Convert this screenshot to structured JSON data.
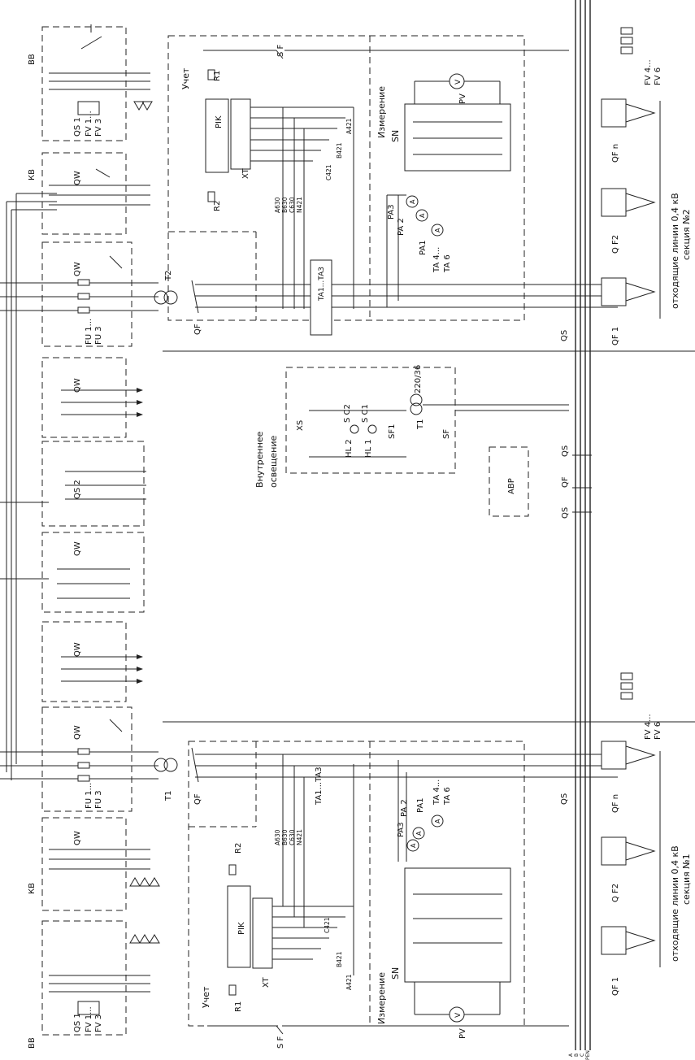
{
  "cells": {
    "bb": "ВВ",
    "kb": "КВ",
    "qs1": "QS 1",
    "qs2": "QS 2",
    "qw": "QW",
    "fv13a": "FV 1...",
    "fv13b": "FV 3",
    "fu13a": "FU 1...",
    "fu13b": "FU 3"
  },
  "transformers": {
    "t1": "T1",
    "t2": "T2",
    "qf": "QF"
  },
  "metering": {
    "uchet": "Учет",
    "r1": "R1",
    "r2": "R2",
    "pik": "PIK",
    "xt": "XT",
    "sf": "S F",
    "ta13": "TA1...TA3",
    "wires": [
      "A630",
      "B630",
      "C630",
      "N421",
      "C421",
      "B421",
      "A421"
    ]
  },
  "measure": {
    "title": "Измерение",
    "sn": "SN",
    "pv": "PV",
    "v": "V",
    "a": "A",
    "pa1": "PA1",
    "pa2": "PA 2",
    "pa3": "PA3",
    "ta46a": "TA 4...",
    "ta46b": "TA 6"
  },
  "lighting": {
    "title1": "Внутреннее",
    "title2": "освещение",
    "xs": "XS",
    "hl2": "HL 2",
    "hl1": "HL 1",
    "sc2": "S C2",
    "sc1": "S C1",
    "sf1": "SF1",
    "t1": "T1",
    "sf": "SF",
    "voltage": "220/36"
  },
  "center": {
    "qs": "QS",
    "qf": "QF",
    "avr": "АВР"
  },
  "feeders": {
    "qf1": "QF 1",
    "qf2": "Q F2",
    "qfn": "QF n",
    "fv46a": "FV 4...",
    "fv46b": "FV 6",
    "lines": "отходящие линии 0,4 кВ",
    "section1": "секция №1",
    "section2": "секция №2"
  },
  "buses": [
    "A",
    "B",
    "C",
    "PEN"
  ]
}
